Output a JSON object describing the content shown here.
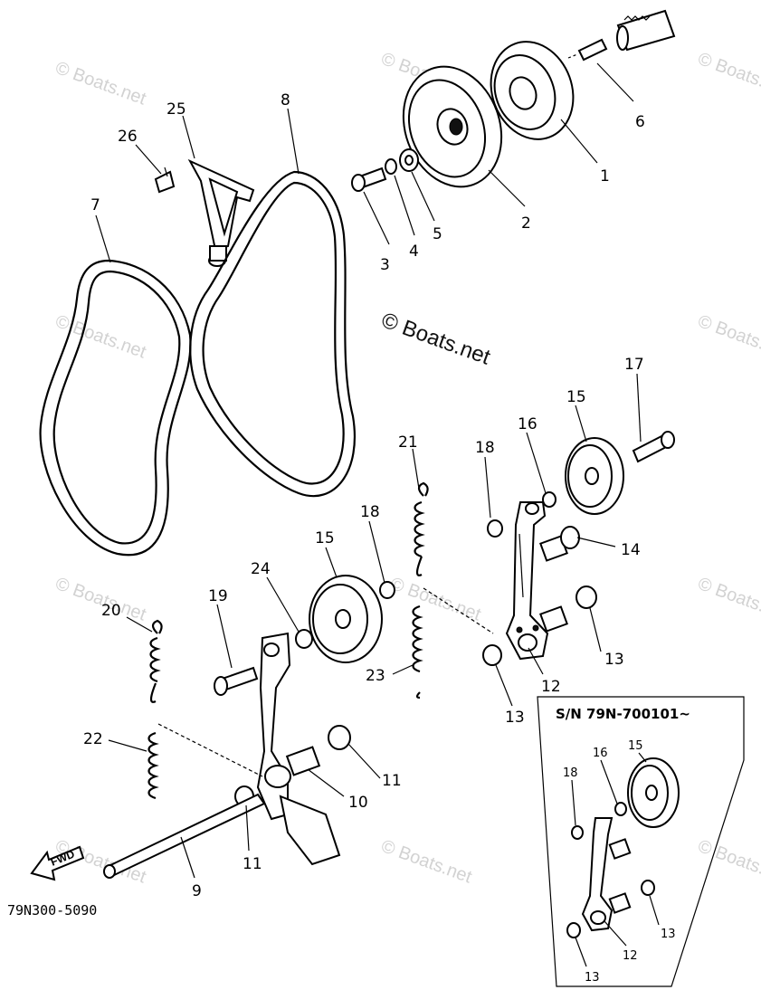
{
  "watermark": "© Boats.net",
  "diagram_code": "79N300-5090",
  "fwd_label": "FWD",
  "inset": {
    "title": "S/N 79N-700101~",
    "callouts": [
      "15",
      "16",
      "18",
      "12",
      "13",
      "13"
    ]
  },
  "callouts": [
    "1",
    "2",
    "3",
    "4",
    "5",
    "6",
    "7",
    "8",
    "9",
    "10",
    "11",
    "11",
    "12",
    "13",
    "13",
    "14",
    "15",
    "15",
    "16",
    "17",
    "18",
    "18",
    "19",
    "20",
    "21",
    "22",
    "23",
    "24",
    "25",
    "26"
  ]
}
